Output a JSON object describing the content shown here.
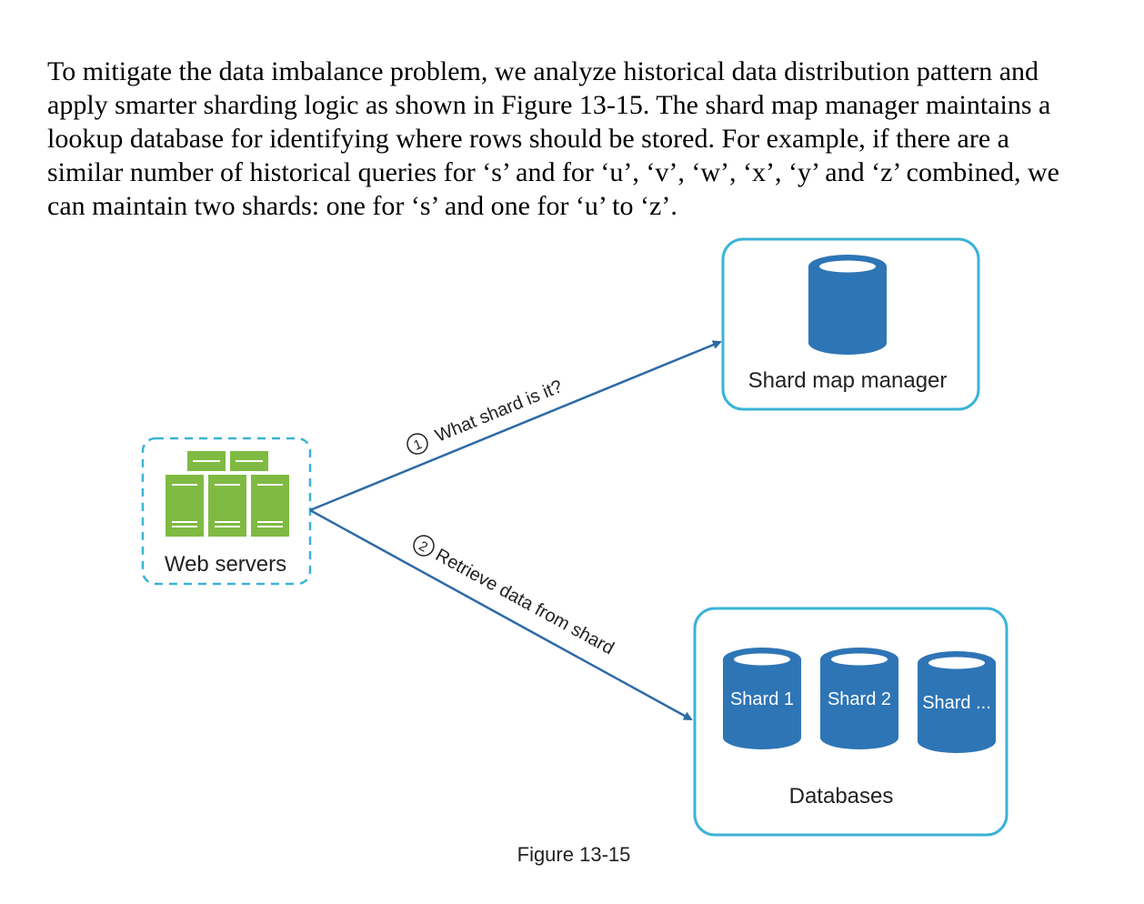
{
  "paragraph": {
    "lines": [
      "To mitigate the data imbalance problem, we analyze historical data distribution pattern and",
      "apply smarter sharding logic as shown in Figure 13-15. The shard map manager maintains a",
      "lookup database for identifying where rows should be stored. For example, if there are a",
      "similar number of historical queries for ‘s’ and for ‘u’, ‘v’, ‘w’, ‘x’, ‘y’ and ‘z’ combined, we",
      "can maintain two shards: one for ‘s’ and one for ‘u’ to ‘z’."
    ]
  },
  "diagram": {
    "web_servers_label": "Web servers",
    "shard_map_manager_label": "Shard map manager",
    "databases_label": "Databases",
    "shards": [
      "Shard 1",
      "Shard 2",
      "Shard ..."
    ],
    "arrow1": {
      "number": "1",
      "label": "What shard is it?"
    },
    "arrow2": {
      "number": "2",
      "label": "Retrieve data from shard"
    },
    "caption": "Figure 13-15",
    "colors": {
      "box_border": "#3bb3d6",
      "cylinder": "#2e75b6",
      "arrow": "#2e6aa6",
      "server_green": "#7fba42"
    }
  }
}
